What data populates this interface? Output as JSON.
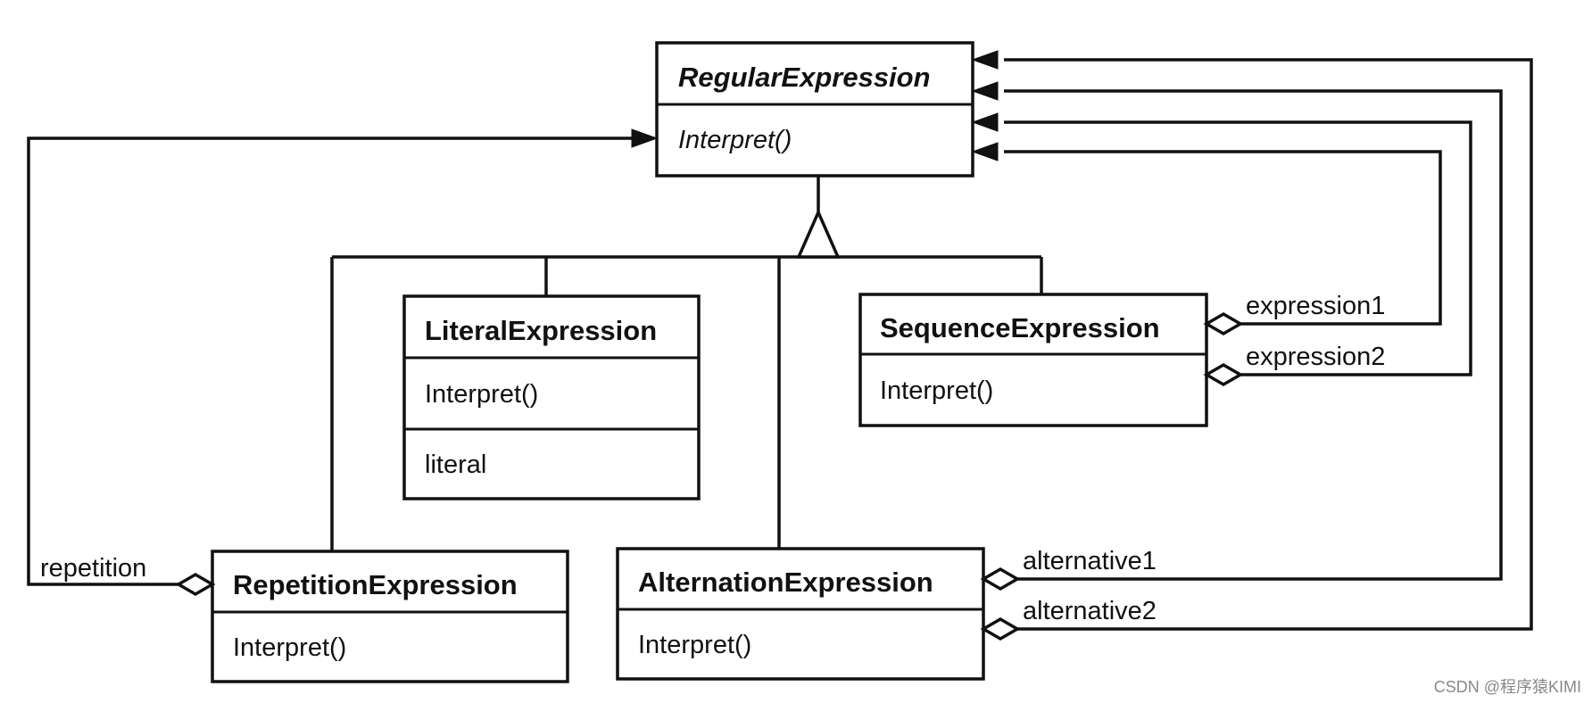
{
  "classes": {
    "regular": {
      "name": "RegularExpression",
      "op": "Interpret()"
    },
    "literal": {
      "name": "LiteralExpression",
      "op": "Interpret()",
      "attr": "literal"
    },
    "sequence": {
      "name": "SequenceExpression",
      "op": "Interpret()"
    },
    "repetition": {
      "name": "RepetitionExpression",
      "op": "Interpret()"
    },
    "alternation": {
      "name": "AlternationExpression",
      "op": "Interpret()"
    }
  },
  "roles": {
    "expression1": "expression1",
    "expression2": "expression2",
    "alternative1": "alternative1",
    "alternative2": "alternative2",
    "repetition": "repetition"
  },
  "watermark": "CSDN @程序猿KIMI"
}
